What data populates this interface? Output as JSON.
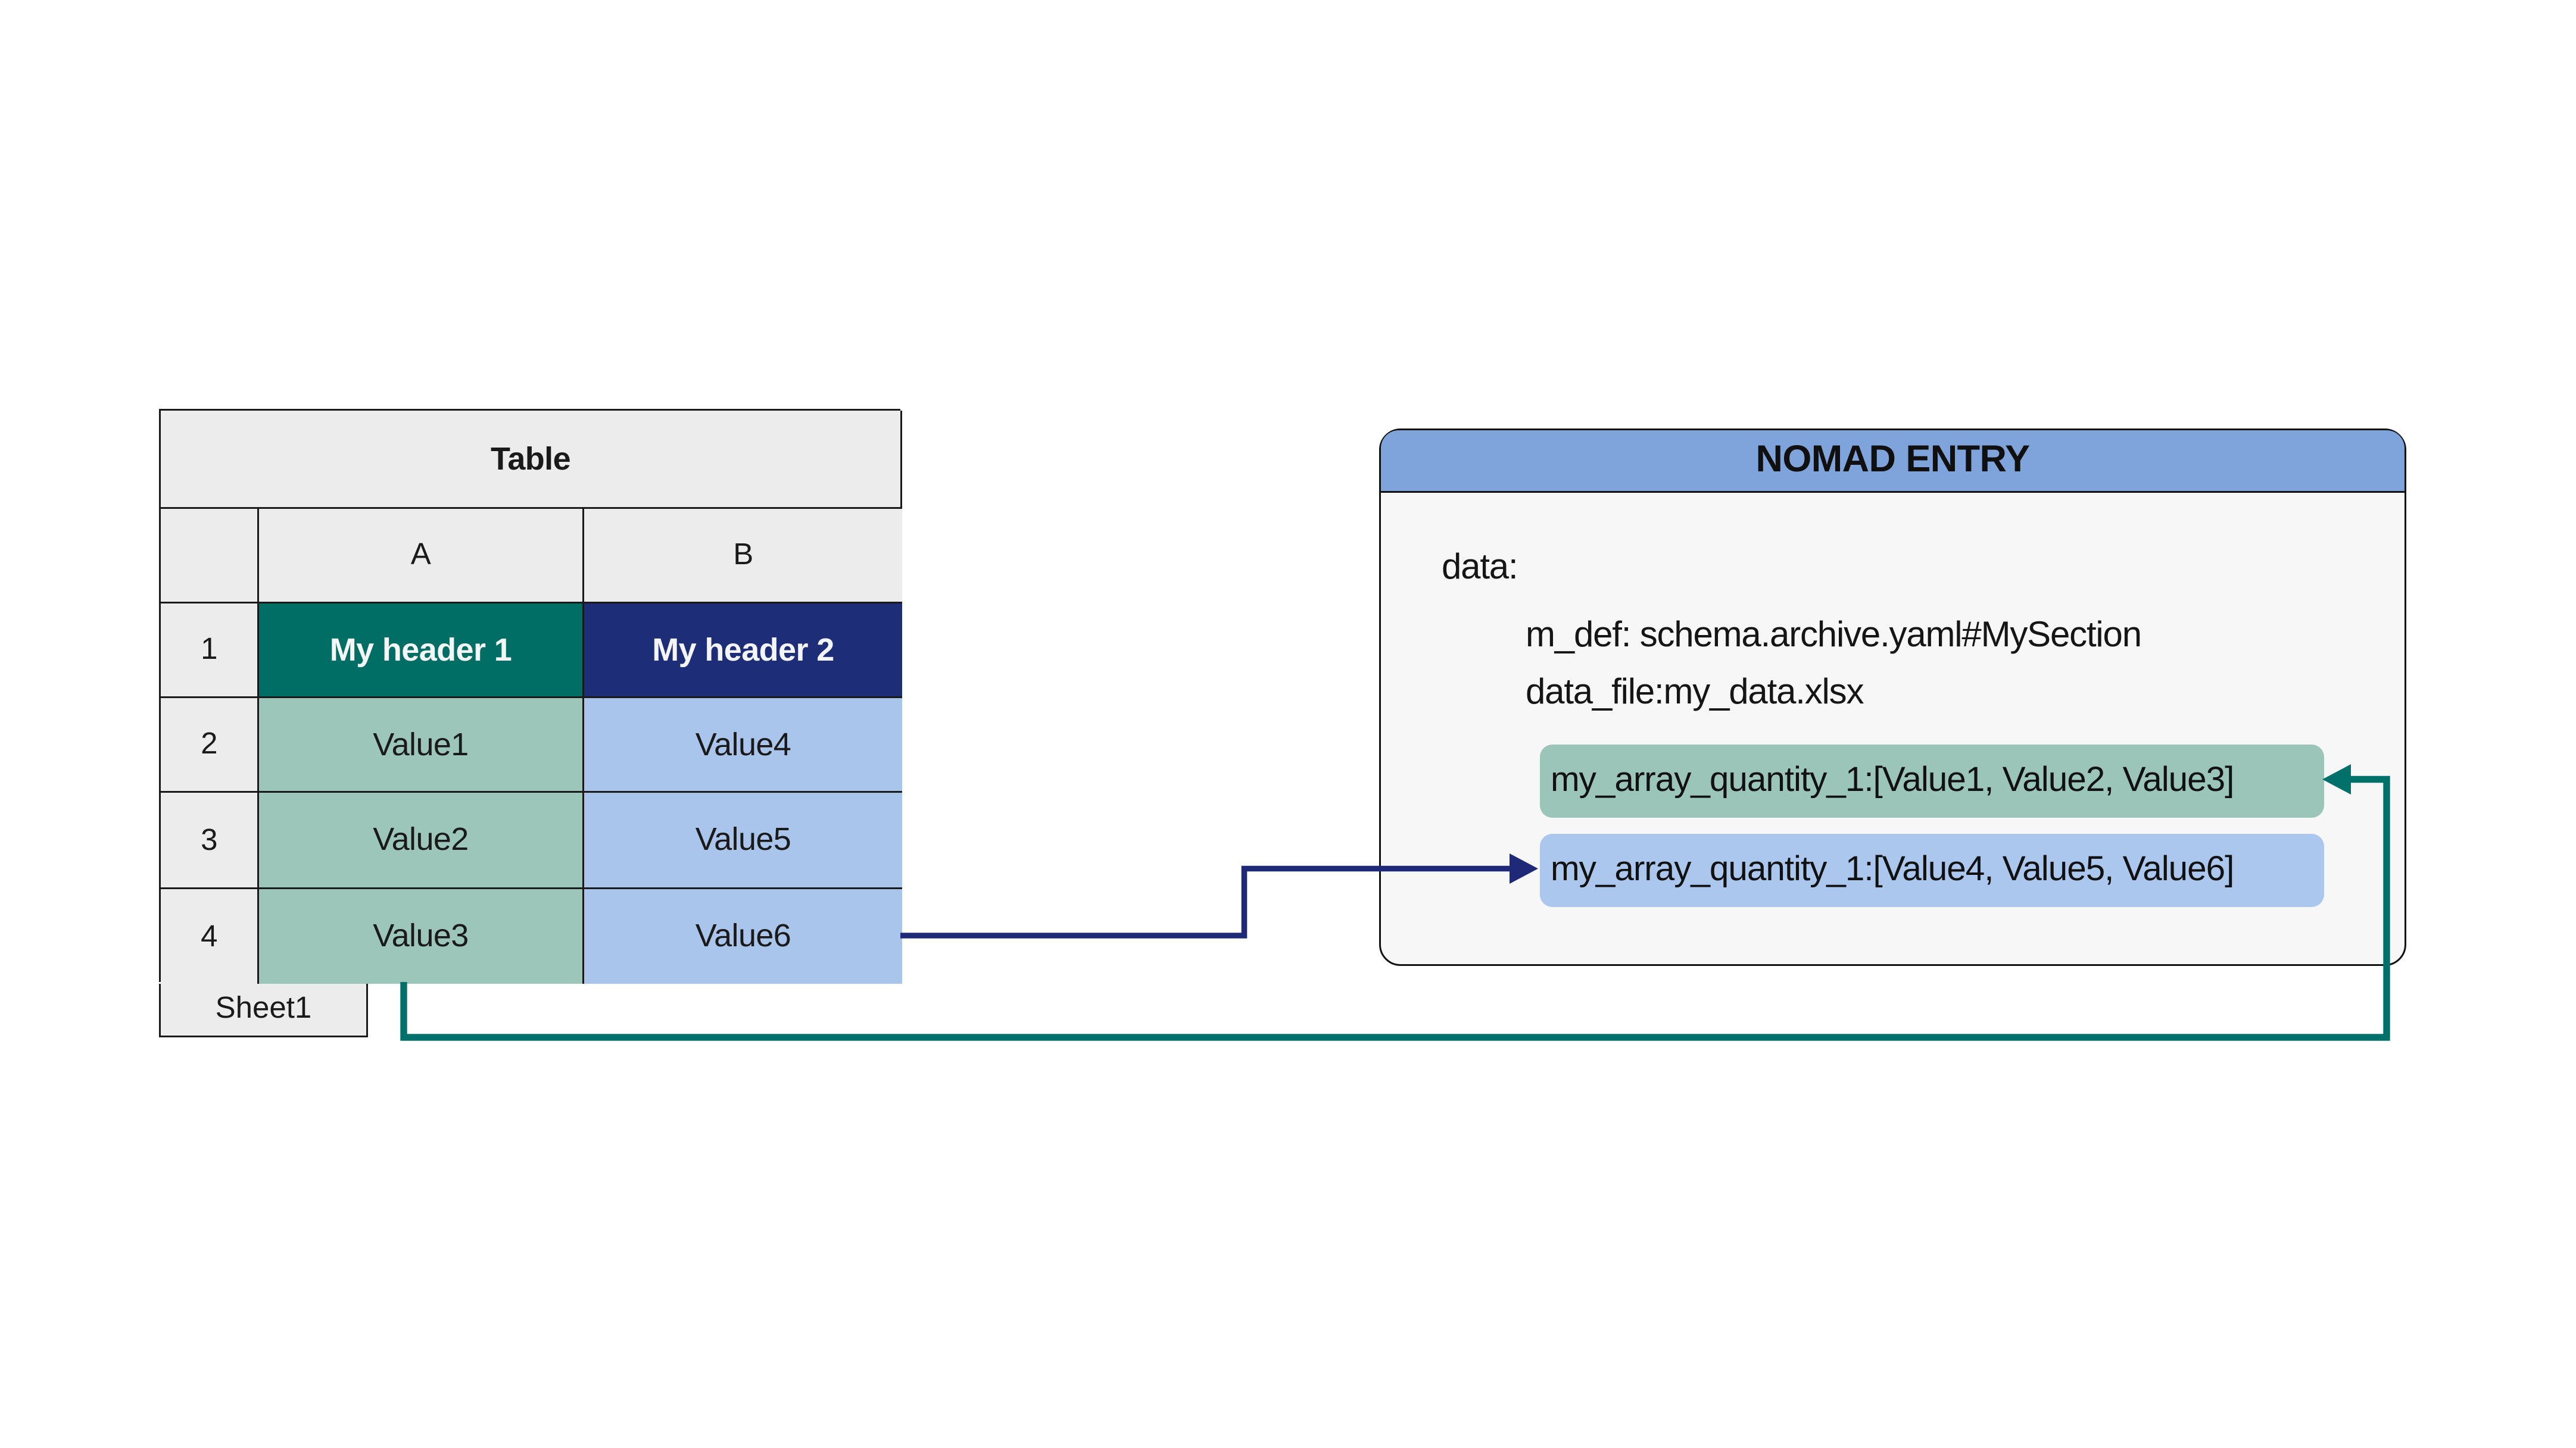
{
  "colors": {
    "ink": "#1a1a1a",
    "grey_cell": "#ececec",
    "teal_header": "#006e64",
    "navy_header": "#1e2d78",
    "light_green": "#9cc6ba",
    "light_blue": "#a9c5eb",
    "hl_green": "#9cc5b9",
    "hl_blue": "#abc7ee",
    "nomad_header_blue": "#7fa4db",
    "nomad_body_bg": "#f7f7f7",
    "navy_arrow": "#1e2a78",
    "teal_arrow": "#00716a"
  },
  "spreadsheet": {
    "title": "Table",
    "columns": {
      "a": "A",
      "b": "B"
    },
    "sheet_tab": "Sheet1",
    "rows": [
      {
        "num": "1",
        "a": "My header 1",
        "b": "My header 2"
      },
      {
        "num": "2",
        "a": "Value1",
        "b": "Value4"
      },
      {
        "num": "3",
        "a": "Value2",
        "b": "Value5"
      },
      {
        "num": "4",
        "a": "Value3",
        "b": "Value6"
      }
    ]
  },
  "nomad": {
    "title": "NOMAD ENTRY",
    "lines": {
      "data": "data:",
      "m_def": "m_def: schema.archive.yaml#MySection",
      "data_file": "data_file:my_data.xlsx"
    },
    "highlight_green": "my_array_quantity_1:[Value1, Value2, Value3]",
    "highlight_blue": "my_array_quantity_1:[Value4, Value5, Value6]"
  }
}
